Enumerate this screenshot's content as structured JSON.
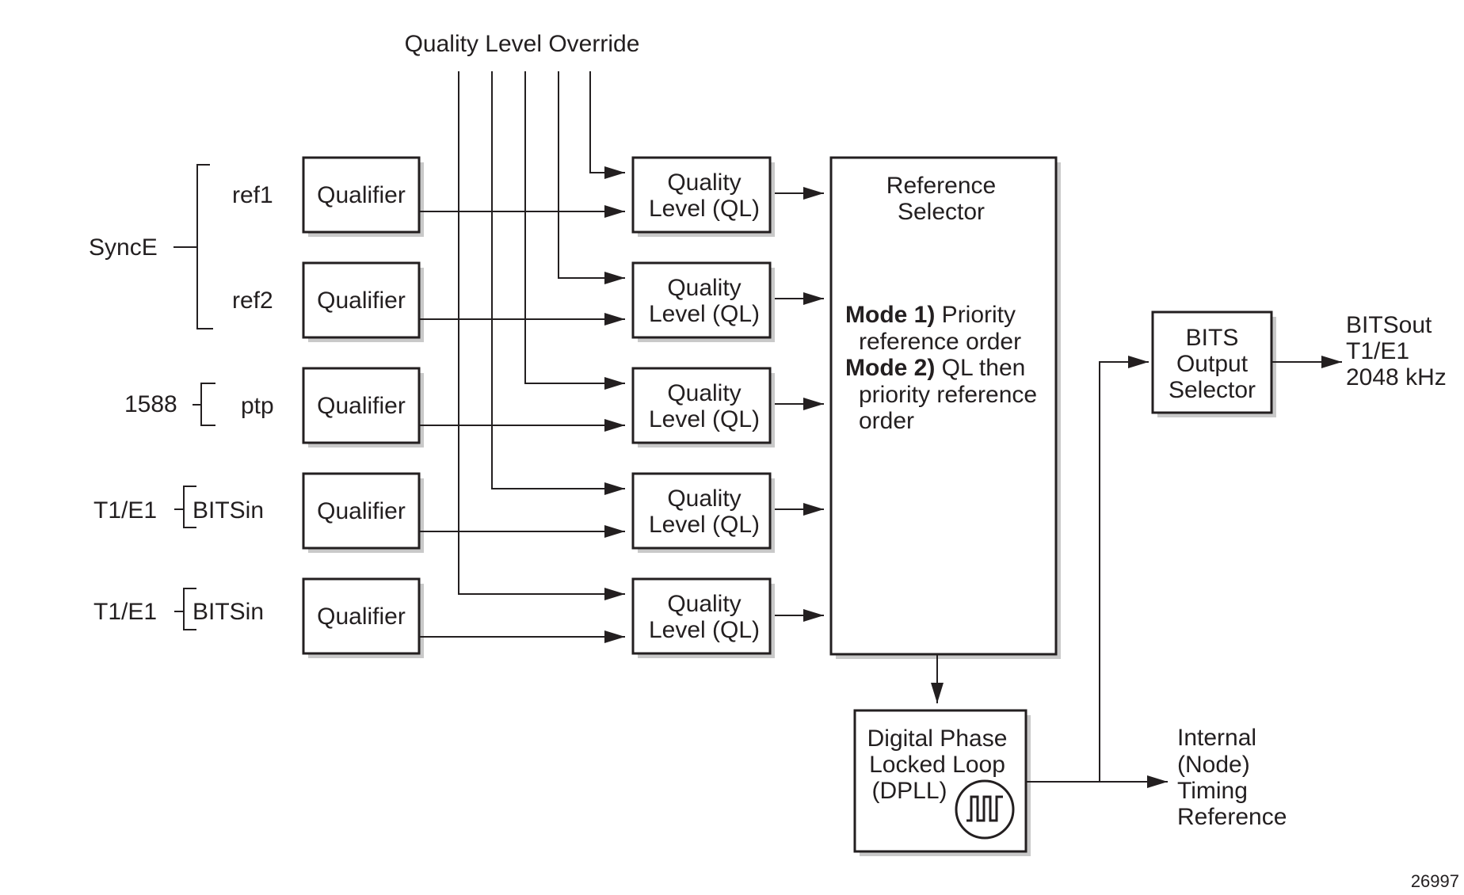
{
  "title": "Quality Level Override",
  "sources": {
    "synce_label": "SyncE",
    "ref1": "ref1",
    "ref2": "ref2",
    "ptp_group": "1588",
    "ptp": "ptp",
    "t1e1_a": "T1/E1",
    "bitsin_a": "BITSin",
    "t1e1_b": "T1/E1",
    "bitsin_b": "BITSin"
  },
  "qualifier_label": "Qualifier",
  "ql_label_line1": "Quality",
  "ql_label_line2": "Level (QL)",
  "selector": {
    "line1": "Reference",
    "line2": "Selector",
    "mode1_bold": "Mode 1)",
    "mode1_rest": " Priority",
    "mode1_line2": "reference order",
    "mode2_bold": "Mode 2)",
    "mode2_rest": " QL then",
    "mode2_line2": "priority reference",
    "mode2_line3": "order"
  },
  "dpll": {
    "line1": "Digital Phase",
    "line2": "Locked Loop",
    "line3": "(DPLL)",
    "icon": "square-wave-icon"
  },
  "bits_output": {
    "line1": "BITS",
    "line2": "Output",
    "line3": "Selector"
  },
  "bits_out": {
    "line1": "BITSout",
    "line2": "T1/E1",
    "line3": "2048 kHz"
  },
  "internal_ref": {
    "line1": "Internal",
    "line2": "(Node)",
    "line3": "Timing",
    "line4": "Reference"
  },
  "figure_number": "26997"
}
